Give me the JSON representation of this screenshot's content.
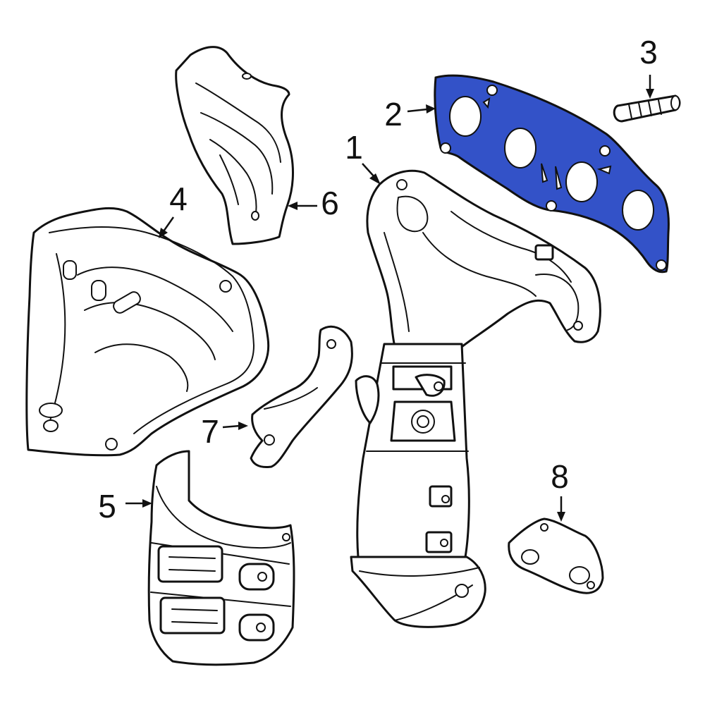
{
  "diagram": {
    "highlight_color": "#3352c8",
    "line_color": "#111111",
    "background": "#ffffff",
    "highlighted_part": "2",
    "callouts": [
      "1",
      "2",
      "3",
      "4",
      "5",
      "6",
      "7",
      "8"
    ]
  }
}
